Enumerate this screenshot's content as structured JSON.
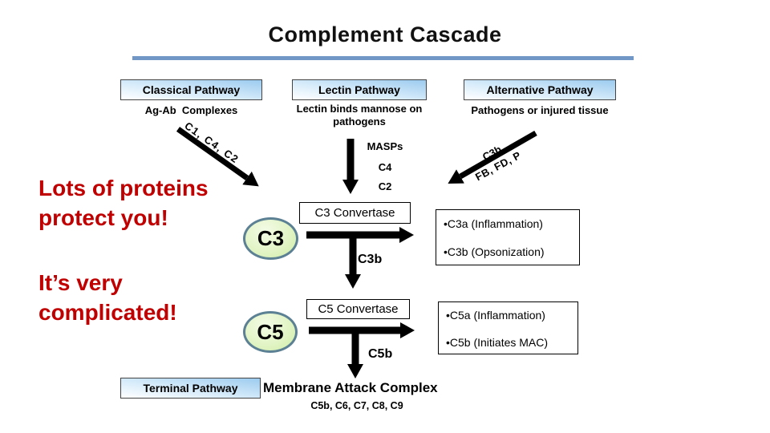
{
  "title": "Complement Cascade",
  "colors": {
    "underline_blue": "#7097c6",
    "header_box_blue": "#9ccbef",
    "note_red": "#c00000",
    "ellipse_green": "#d9f2b4",
    "ellipse_border": "#5c8194",
    "arrow_black": "#000000"
  },
  "headers": {
    "classical": "Classical Pathway",
    "lectin": "Lectin Pathway",
    "alternative": "Alternative Pathway",
    "terminal": "Terminal Pathway"
  },
  "subtitles": {
    "classical": "Ag-Ab  Complexes",
    "lectin": "Lectin binds mannose on pathogens",
    "alternative": "Pathogens or injured tissue"
  },
  "arrow_labels": {
    "classical": "C1, C4, C2",
    "lectin": [
      "MASPs",
      "C4",
      "C2"
    ],
    "alternative_top": "C3b",
    "alternative_bottom": "FB, FD, P",
    "c3b": "C3b",
    "c5b": "C5b"
  },
  "nodes": {
    "c3_convertase": "C3 Convertase",
    "c5_convertase": "C5 Convertase",
    "c3": "C3",
    "c5": "C5"
  },
  "products": {
    "c3a": "•C3a (Inflammation)",
    "c3b": "•C3b (Opsonization)",
    "c5a": "•C5a (Inflammation)",
    "c5b": "•C5b (Initiates MAC)"
  },
  "mac": {
    "title": "Membrane Attack Complex",
    "components": "C5b, C6, C7, C8, C9"
  },
  "annotations": {
    "line1": "Lots of proteins",
    "line2": "protect you!",
    "line3": "It’s very",
    "line4": "complicated!"
  }
}
